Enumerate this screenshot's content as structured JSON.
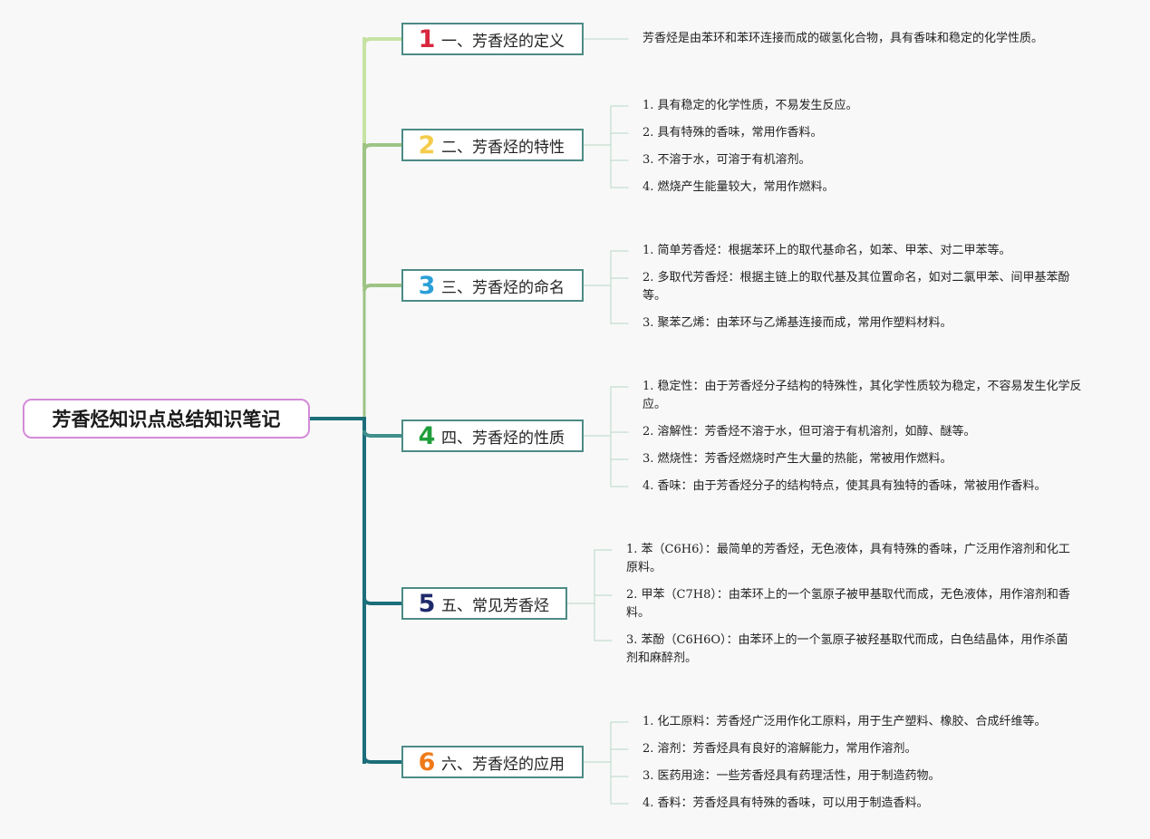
{
  "title": "芳香烃知识点总结知识笔记",
  "colors": {
    "root_border": "#d58bd8",
    "branch_border": "#4d8b86",
    "spine_light": "#c6e3a2",
    "spine_mid": "#9dc484",
    "spine_teal": "#3f8f8c",
    "spine_dark": "#1c6e7a",
    "leaf_line": "#b9d9c6"
  },
  "branches": [
    {
      "number": "1",
      "number_color": "#d7263d",
      "label": "一、芳香烃的定义",
      "items": [
        "芳香烃是由苯环和苯环连接而成的碳氢化合物，具有香味和稳定的化学性质。"
      ]
    },
    {
      "number": "2",
      "number_color": "#f4cc4a",
      "label": "二、芳香烃的特性",
      "items": [
        "1. 具有稳定的化学性质，不易发生反应。",
        "2. 具有特殊的香味，常用作香料。",
        "3. 不溶于水，可溶于有机溶剂。",
        "4. 燃烧产生能量较大，常用作燃料。"
      ]
    },
    {
      "number": "3",
      "number_color": "#2a9fd8",
      "label": "三、芳香烃的命名",
      "items": [
        "1. 简单芳香烃：根据苯环上的取代基命名，如苯、甲苯、对二甲苯等。",
        "2. 多取代芳香烃：根据主链上的取代基及其位置命名，如对二氯甲苯、间甲基苯酚等。",
        "3. 聚苯乙烯：由苯环与乙烯基连接而成，常用作塑料材料。"
      ]
    },
    {
      "number": "4",
      "number_color": "#1e9e3a",
      "label": "四、芳香烃的性质",
      "items": [
        "1. 稳定性：由于芳香烃分子结构的特殊性，其化学性质较为稳定，不容易发生化学反应。",
        "2. 溶解性：芳香烃不溶于水，但可溶于有机溶剂，如醇、醚等。",
        "3. 燃烧性：芳香烃燃烧时产生大量的热能，常被用作燃料。",
        "4. 香味：由于芳香烃分子的结构特点，使其具有独特的香味，常被用作香料。"
      ]
    },
    {
      "number": "5",
      "number_color": "#1f2a6b",
      "label": "五、常见芳香烃",
      "items": [
        "1. 苯（C6H6）：最简单的芳香烃，无色液体，具有特殊的香味，广泛用作溶剂和化工原料。",
        "2. 甲苯（C7H8）：由苯环上的一个氢原子被甲基取代而成，无色液体，用作溶剂和香料。",
        "3. 苯酚（C6H6O）：由苯环上的一个氢原子被羟基取代而成，白色结晶体，用作杀菌剂和麻醉剂。"
      ]
    },
    {
      "number": "6",
      "number_color": "#f07a1a",
      "label": "六、芳香烃的应用",
      "items": [
        "1. 化工原料：芳香烃广泛用作化工原料，用于生产塑料、橡胶、合成纤维等。",
        "2. 溶剂：芳香烃具有良好的溶解能力，常用作溶剂。",
        "3. 医药用途：一些芳香烃具有药理活性，用于制造药物。",
        "4. 香料：芳香烃具有特殊的香味，可以用于制造香料。"
      ]
    }
  ]
}
